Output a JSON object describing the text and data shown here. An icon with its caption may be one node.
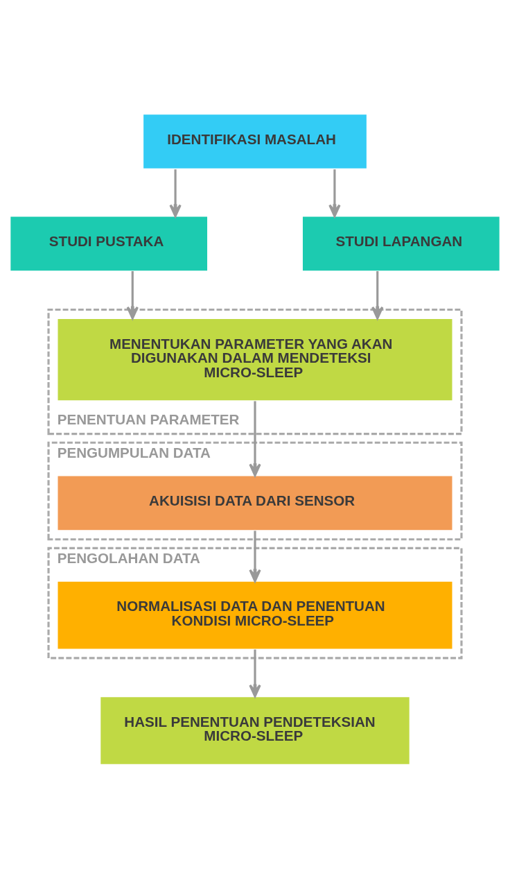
{
  "diagram": {
    "nodes": [
      {
        "text": [
          "IDENTIFIKASI MASALAH"
        ]
      },
      {
        "text": [
          "STUDI PUSTAKA"
        ]
      },
      {
        "text": [
          "STUDI LAPANGAN"
        ]
      },
      {
        "text": [
          "PENENTUAN PARAMETER"
        ]
      },
      {
        "text": [
          "MENENTUKAN PARAMETER YANG AKAN DIGUNAKAN DALAM MENDETEKSI MICRO-SLEEP"
        ],
        "in": 3
      },
      {
        "text": [
          "PENGUMPULAN DATA"
        ]
      },
      {
        "text": [
          "AKUISISI DATA DARI SENSOR"
        ],
        "in": 5
      },
      {
        "text": [
          "PENGOLAHAN DATA"
        ]
      },
      {
        "text": [
          "NORMALISASI DATA DAN PENENTUAN KONDISI MICRO-SLEEP"
        ],
        "in": 7
      },
      {
        "text": [
          "HASIL PENENTUAN PENDETEKSIAN MICRO-SLEEP"
        ]
      }
    ],
    "edges": [
      {
        "from": 0,
        "to": 1,
        "arrow": "to"
      },
      {
        "from": 0,
        "to": 2,
        "arrow": "to"
      },
      {
        "from": 1,
        "to": 4,
        "arrow": "to"
      },
      {
        "from": 2,
        "to": 4,
        "arrow": "to"
      },
      {
        "from": 4,
        "to": 6,
        "arrow": "to"
      },
      {
        "from": 6,
        "to": 8,
        "arrow": "to"
      },
      {
        "from": 8,
        "to": 9,
        "arrow": "to"
      }
    ]
  }
}
